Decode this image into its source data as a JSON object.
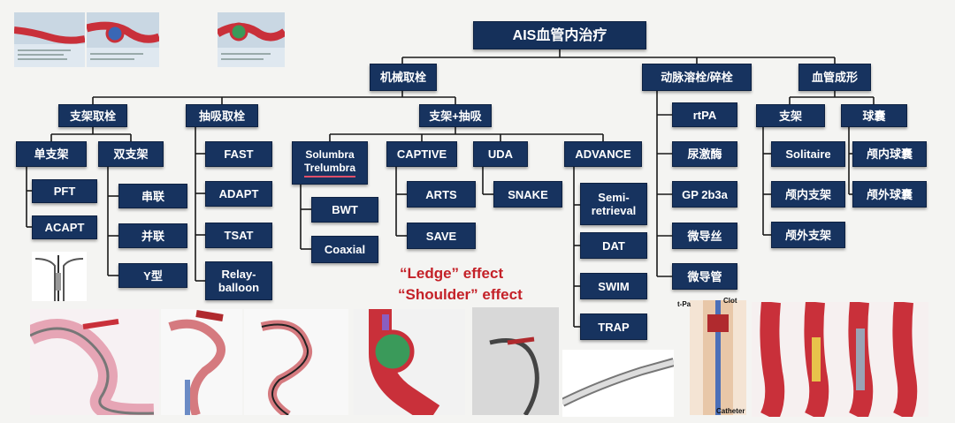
{
  "root": "AIS血管内治疗",
  "level1": {
    "mechanical": "机械取栓",
    "thrombolysis": "动脉溶栓/碎栓",
    "angioplasty": "血管成形"
  },
  "mechanical": {
    "stent_retrieval": "支架取栓",
    "aspiration": "抽吸取栓",
    "stent_aspiration": "支架+抽吸",
    "single_stent": "单支架",
    "double_stent": "双支架",
    "single_items": [
      "PFT",
      "ACAPT"
    ],
    "double_items": [
      "串联",
      "并联",
      "Y型"
    ],
    "aspiration_items": [
      "FAST",
      "ADAPT",
      "TSAT",
      "Relay-\nballoon"
    ],
    "solumbra": "Solumbra\nTrelumbra",
    "solumbra_items": [
      "BWT",
      "Coaxial"
    ],
    "captive": "CAPTIVE",
    "captive_items": [
      "ARTS",
      "SAVE"
    ],
    "uda": "UDA",
    "uda_items": [
      "SNAKE"
    ],
    "advance": "ADVANCE",
    "advance_items": [
      "Semi-\nretrieval",
      "DAT",
      "SWIM",
      "TRAP"
    ]
  },
  "thrombolysis_items": [
    "rtPA",
    "尿激酶",
    "GP 2b3a",
    "微导丝",
    "微导管"
  ],
  "angioplasty": {
    "stent": "支架",
    "balloon": "球囊",
    "stent_items": [
      "Solitaire",
      "颅内支架",
      "颅外支架"
    ],
    "balloon_items": [
      "颅内球囊",
      "颅外球囊"
    ]
  },
  "effects": {
    "ledge": "“Ledge” effect",
    "shoulder": "“Shoulder” effect"
  },
  "image_labels": {
    "t_pa": "t-Pa",
    "clot": "Clot",
    "catheter": "Catheter"
  },
  "colors": {
    "node_fill": "#17335f",
    "connector": "#1a1a1a",
    "effect_text": "#c42128",
    "vessel": "#c9303a"
  }
}
